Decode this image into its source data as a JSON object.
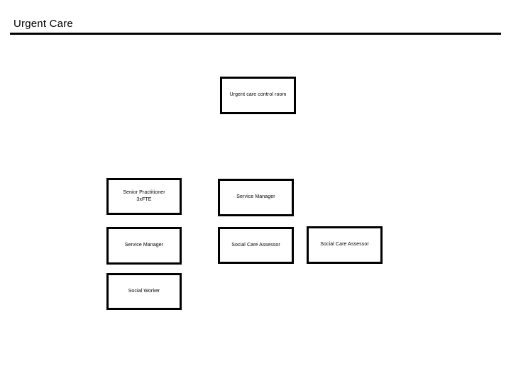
{
  "slide": {
    "title": "Urgent Care",
    "colors": {
      "background": "#ffffff",
      "rule": "#000000",
      "box_border": "#000000",
      "text": "#000000"
    }
  },
  "org_chart": {
    "boxes": [
      {
        "id": "urgent-care-control-room",
        "label": "Urgent care control room"
      },
      {
        "id": "senior-practitioner",
        "label": [
          "Senior Practitioner",
          "3xFTE"
        ]
      },
      {
        "id": "service-manager-upper",
        "label": "Service Manager"
      },
      {
        "id": "service-manager-lower",
        "label": "Service Manager"
      },
      {
        "id": "social-care-assessor-mid",
        "label": "Social Care Assessor"
      },
      {
        "id": "social-care-assessor-right",
        "label": "Social Care Assessor"
      },
      {
        "id": "social-worker",
        "label": "Social Worker"
      }
    ]
  }
}
